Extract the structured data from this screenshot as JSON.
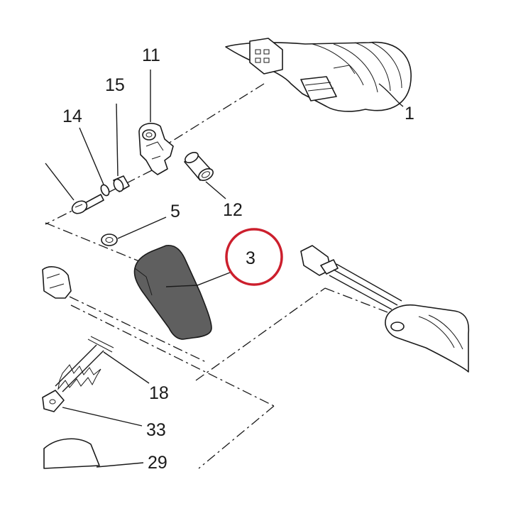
{
  "diagram": {
    "callouts": [
      {
        "id": "part-11",
        "number": "11"
      },
      {
        "id": "part-15",
        "number": "15"
      },
      {
        "id": "part-14",
        "number": "14"
      },
      {
        "id": "part-1",
        "number": "1"
      },
      {
        "id": "part-5",
        "number": "5"
      },
      {
        "id": "part-12",
        "number": "12"
      },
      {
        "id": "part-3",
        "number": "3"
      },
      {
        "id": "part-18",
        "number": "18"
      },
      {
        "id": "part-33",
        "number": "33"
      },
      {
        "id": "part-29",
        "number": "29"
      }
    ],
    "highlight": {
      "target": "3",
      "color": "#cc1f2d"
    },
    "highlighted_part_color": "#5f5f5f"
  }
}
